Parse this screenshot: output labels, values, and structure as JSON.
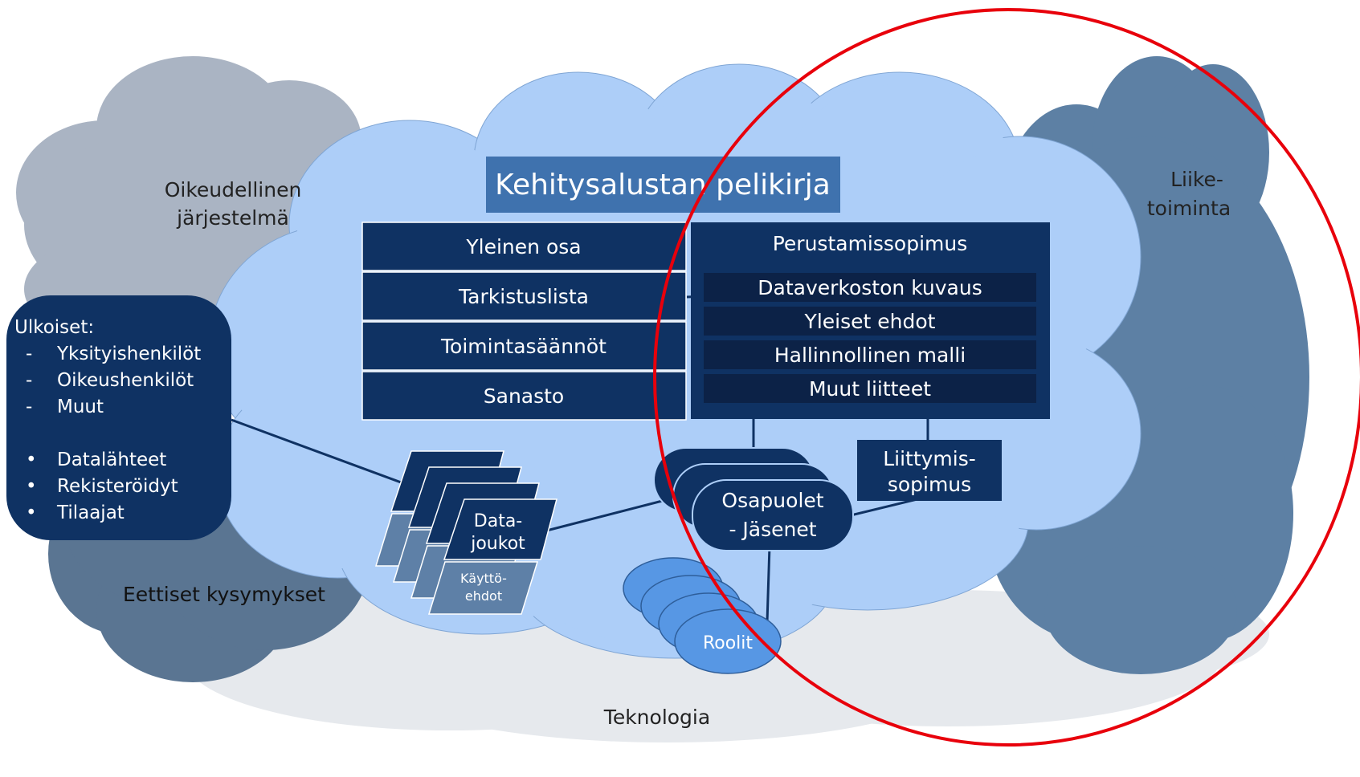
{
  "title": "Kehitysalustan pelikirja",
  "outer_labels": {
    "legal": [
      "Oikeudellinen",
      "järjestelmä"
    ],
    "business": [
      "Liike-",
      "toiminta"
    ],
    "ethics": "Eettiset kysymykset",
    "technology": "Teknologia"
  },
  "left_column": [
    "Yleinen osa",
    "Tarkistuslista",
    "Toimintasäännöt",
    "Sanasto"
  ],
  "founding_agreement": {
    "title": "Perustamissopimus",
    "items": [
      "Dataverkoston kuvaus",
      "Yleiset ehdot",
      "Hallinnollinen malli",
      "Muut liitteet"
    ]
  },
  "external": {
    "heading": "Ulkoiset:",
    "dash_items": [
      "Yksityishenkilöt",
      "Oikeushenkilöt",
      "Muut"
    ],
    "bullet_items": [
      "Datalähteet",
      "Rekisteröidyt",
      "Tilaajat"
    ],
    "dash_marker": "-",
    "bullet_marker": "•"
  },
  "datasets": [
    "Data-",
    "joukot"
  ],
  "terms_of_use": [
    "Käyttö-",
    "ehdot"
  ],
  "parties": [
    "Osapuolet",
    "- Jäsenet"
  ],
  "accession_agreement": [
    "Liittymis-",
    "sopimus"
  ],
  "roles": "Roolit",
  "colors": {
    "dark_navy": "#0f3263",
    "title_blue": "#3f72ae",
    "main_cloud": "#adcef8",
    "legal_cloud": "#aab4c3",
    "ethics_cloud": "#5a7592",
    "business_cloud": "#5d80a4",
    "tech_cloud": "#e6e9ed",
    "roles_blue": "#5797e4",
    "highlight_circle": "#e8000b"
  }
}
